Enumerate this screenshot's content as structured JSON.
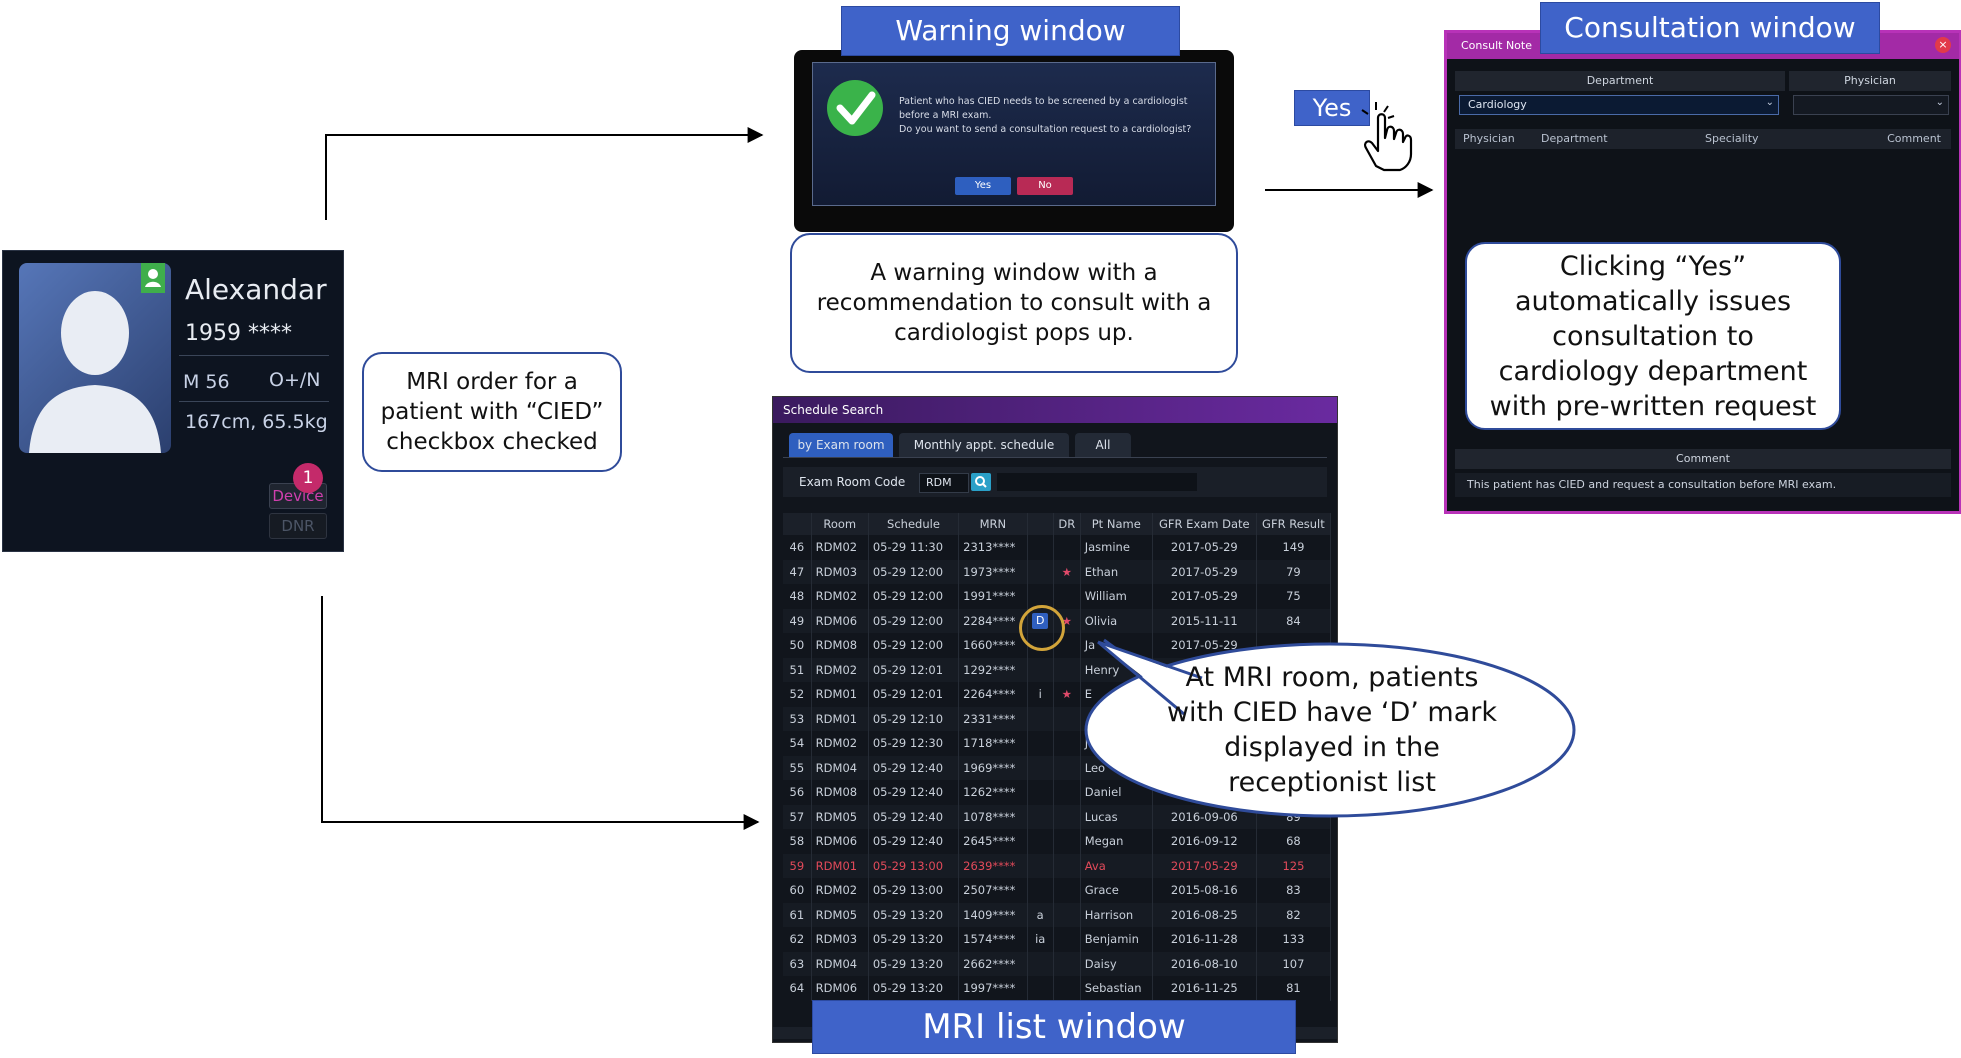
{
  "patient_card": {
    "name": "Alexandar",
    "birth_year": "1959 ****",
    "sex_age": "M 56",
    "blood_type": "O+/N",
    "height_weight": "167cm,  65.5kg",
    "badge_count": "1",
    "device_label": "Device",
    "dnr_label": "DNR"
  },
  "callouts": {
    "mri_order": "MRI order for a patient with “CIED” checkbox checked",
    "warning_desc": "A warning window with a recommendation to consult with a cardiologist pops up.",
    "consult_desc": "Clicking “Yes” automatically issues consultation to cardiology department with pre-written request",
    "d_mark_desc": "At MRI room, patients with CIED have ‘D’ mark displayed in the receptionist list"
  },
  "labels": {
    "warning_window": "Warning window",
    "consultation_window": "Consultation window",
    "mri_list_window": "MRI list window",
    "yes_click": "Yes"
  },
  "warning_window": {
    "message_line1": "Patient who has CIED needs to be screened by a cardiologist",
    "message_line2": "before a MRI exam.",
    "message_line3": "Do you want to send a consultation request to a cardiologist?",
    "yes_button": "Yes",
    "no_button": "No"
  },
  "consultation_window": {
    "title": "Consult Note",
    "department_header": "Department",
    "physician_header": "Physician",
    "department_value": "Cardiology",
    "list_headers": [
      "Physician",
      "Department",
      "Speciality",
      "Comment"
    ],
    "comment_header": "Comment",
    "comment_text": "This patient has CIED and request a consultation before MRI exam."
  },
  "schedule_window": {
    "title": "Schedule Search",
    "tabs": [
      "by Exam room",
      "Monthly appt. schedule",
      "All"
    ],
    "exam_room_label": "Exam Room Code",
    "exam_room_value": "RDM",
    "columns": [
      "",
      "Room",
      "Schedule",
      "MRN",
      "",
      "DR",
      "Pt Name",
      "GFR Exam Date",
      "GFR Result"
    ],
    "rows": [
      [
        "46",
        "RDM02",
        "05-29 11:30",
        "2313****",
        "",
        "",
        "Jasmine",
        "2017-05-29",
        "149"
      ],
      [
        "47",
        "RDM03",
        "05-29 12:00",
        "1973****",
        "",
        "★",
        "Ethan",
        "2017-05-29",
        "79"
      ],
      [
        "48",
        "RDM02",
        "05-29 12:00",
        "1991****",
        "",
        "",
        "William",
        "2017-05-29",
        "75"
      ],
      [
        "49",
        "RDM06",
        "05-29 12:00",
        "2284****",
        "D",
        "★",
        "Olivia",
        "2015-11-11",
        "84"
      ],
      [
        "50",
        "RDM08",
        "05-29 12:00",
        "1660****",
        "",
        "",
        "Ja",
        "2017-05-29",
        ""
      ],
      [
        "51",
        "RDM02",
        "05-29 12:01",
        "1292****",
        "",
        "",
        "Henry",
        "",
        ""
      ],
      [
        "52",
        "RDM01",
        "05-29 12:01",
        "2264****",
        "i",
        "★",
        "E",
        "",
        ""
      ],
      [
        "53",
        "RDM01",
        "05-29 12:10",
        "2331****",
        "",
        "",
        "",
        "",
        ""
      ],
      [
        "54",
        "RDM02",
        "05-29 12:30",
        "1718****",
        "",
        "",
        "J",
        "",
        ""
      ],
      [
        "55",
        "RDM04",
        "05-29 12:40",
        "1969****",
        "",
        "",
        "Leo",
        "",
        ""
      ],
      [
        "56",
        "RDM08",
        "05-29 12:40",
        "1262****",
        "",
        "",
        "Daniel",
        "",
        ""
      ],
      [
        "57",
        "RDM05",
        "05-29 12:40",
        "1078****",
        "",
        "",
        "Lucas",
        "2016-09-06",
        "89"
      ],
      [
        "58",
        "RDM06",
        "05-29 12:40",
        "2645****",
        "",
        "",
        "Megan",
        "2016-09-12",
        "68"
      ],
      [
        "59",
        "RDM01",
        "05-29 13:00",
        "2639****",
        "",
        "",
        "Ava",
        "2017-05-29",
        "125"
      ],
      [
        "60",
        "RDM02",
        "05-29 13:00",
        "2507****",
        "",
        "",
        "Grace",
        "2015-08-16",
        "83"
      ],
      [
        "61",
        "RDM05",
        "05-29 13:20",
        "1409****",
        "a",
        "",
        "Harrison",
        "2016-08-25",
        "82"
      ],
      [
        "62",
        "RDM03",
        "05-29 13:20",
        "1574****",
        "ia",
        "",
        "Benjamin",
        "2016-11-28",
        "133"
      ],
      [
        "63",
        "RDM04",
        "05-29 13:20",
        "2662****",
        "",
        "",
        "Daisy",
        "2016-08-10",
        "107"
      ],
      [
        "64",
        "RDM06",
        "05-29 13:20",
        "1997****",
        "",
        "",
        "Sebastian",
        "2016-11-25",
        "81"
      ]
    ],
    "highlight_row": 13
  },
  "colors": {
    "label_blue": "#3f63c9",
    "callout_border": "#2f4b9a",
    "consult_border": "#b832b8",
    "highlight_red": "#e24a5a"
  }
}
